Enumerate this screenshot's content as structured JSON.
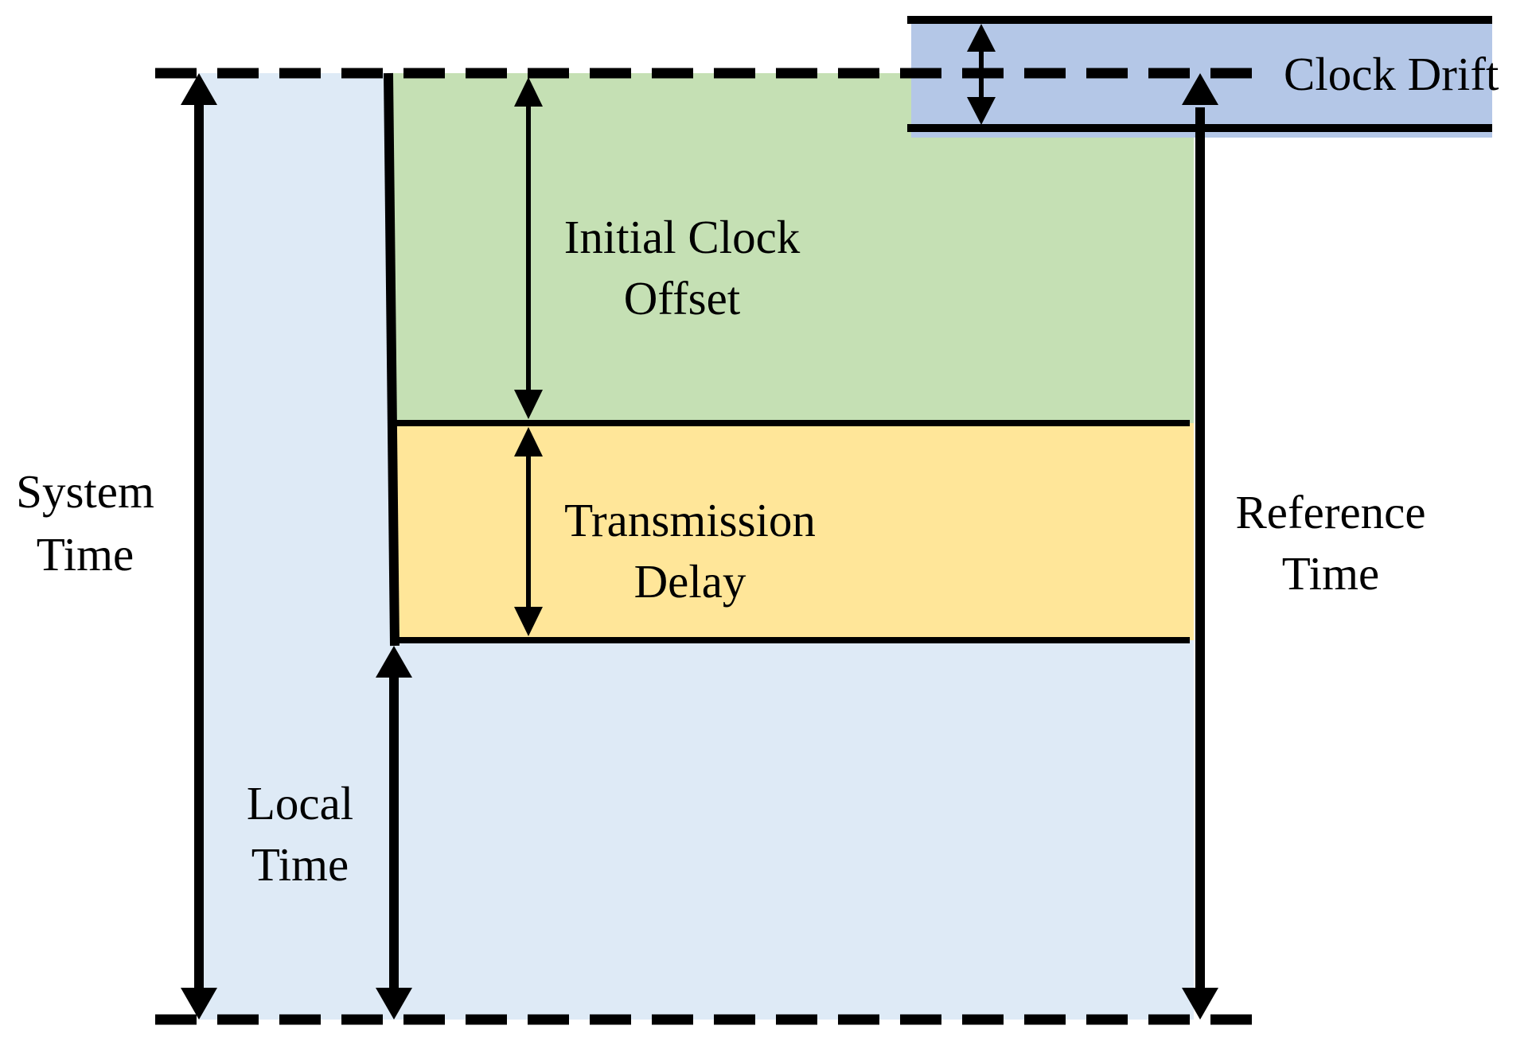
{
  "labels": {
    "clock_drift": "Clock Drift",
    "initial_clock_offset_line1": "Initial Clock",
    "initial_clock_offset_line2": "Offset",
    "transmission_delay_line1": "Transmission",
    "transmission_delay_line2": "Delay",
    "system_time_line1": "System",
    "system_time_line2": "Time",
    "reference_time_line1": "Reference",
    "reference_time_line2": "Time",
    "local_time_line1": "Local",
    "local_time_line2": "Time"
  },
  "colors": {
    "background": "#ffffff",
    "local_time_fill": "#deeaf6",
    "initial_offset_fill": "#c5e0b4",
    "transmission_delay_fill": "#ffe699",
    "clock_drift_fill": "#b4c7e7",
    "line": "#000000"
  }
}
